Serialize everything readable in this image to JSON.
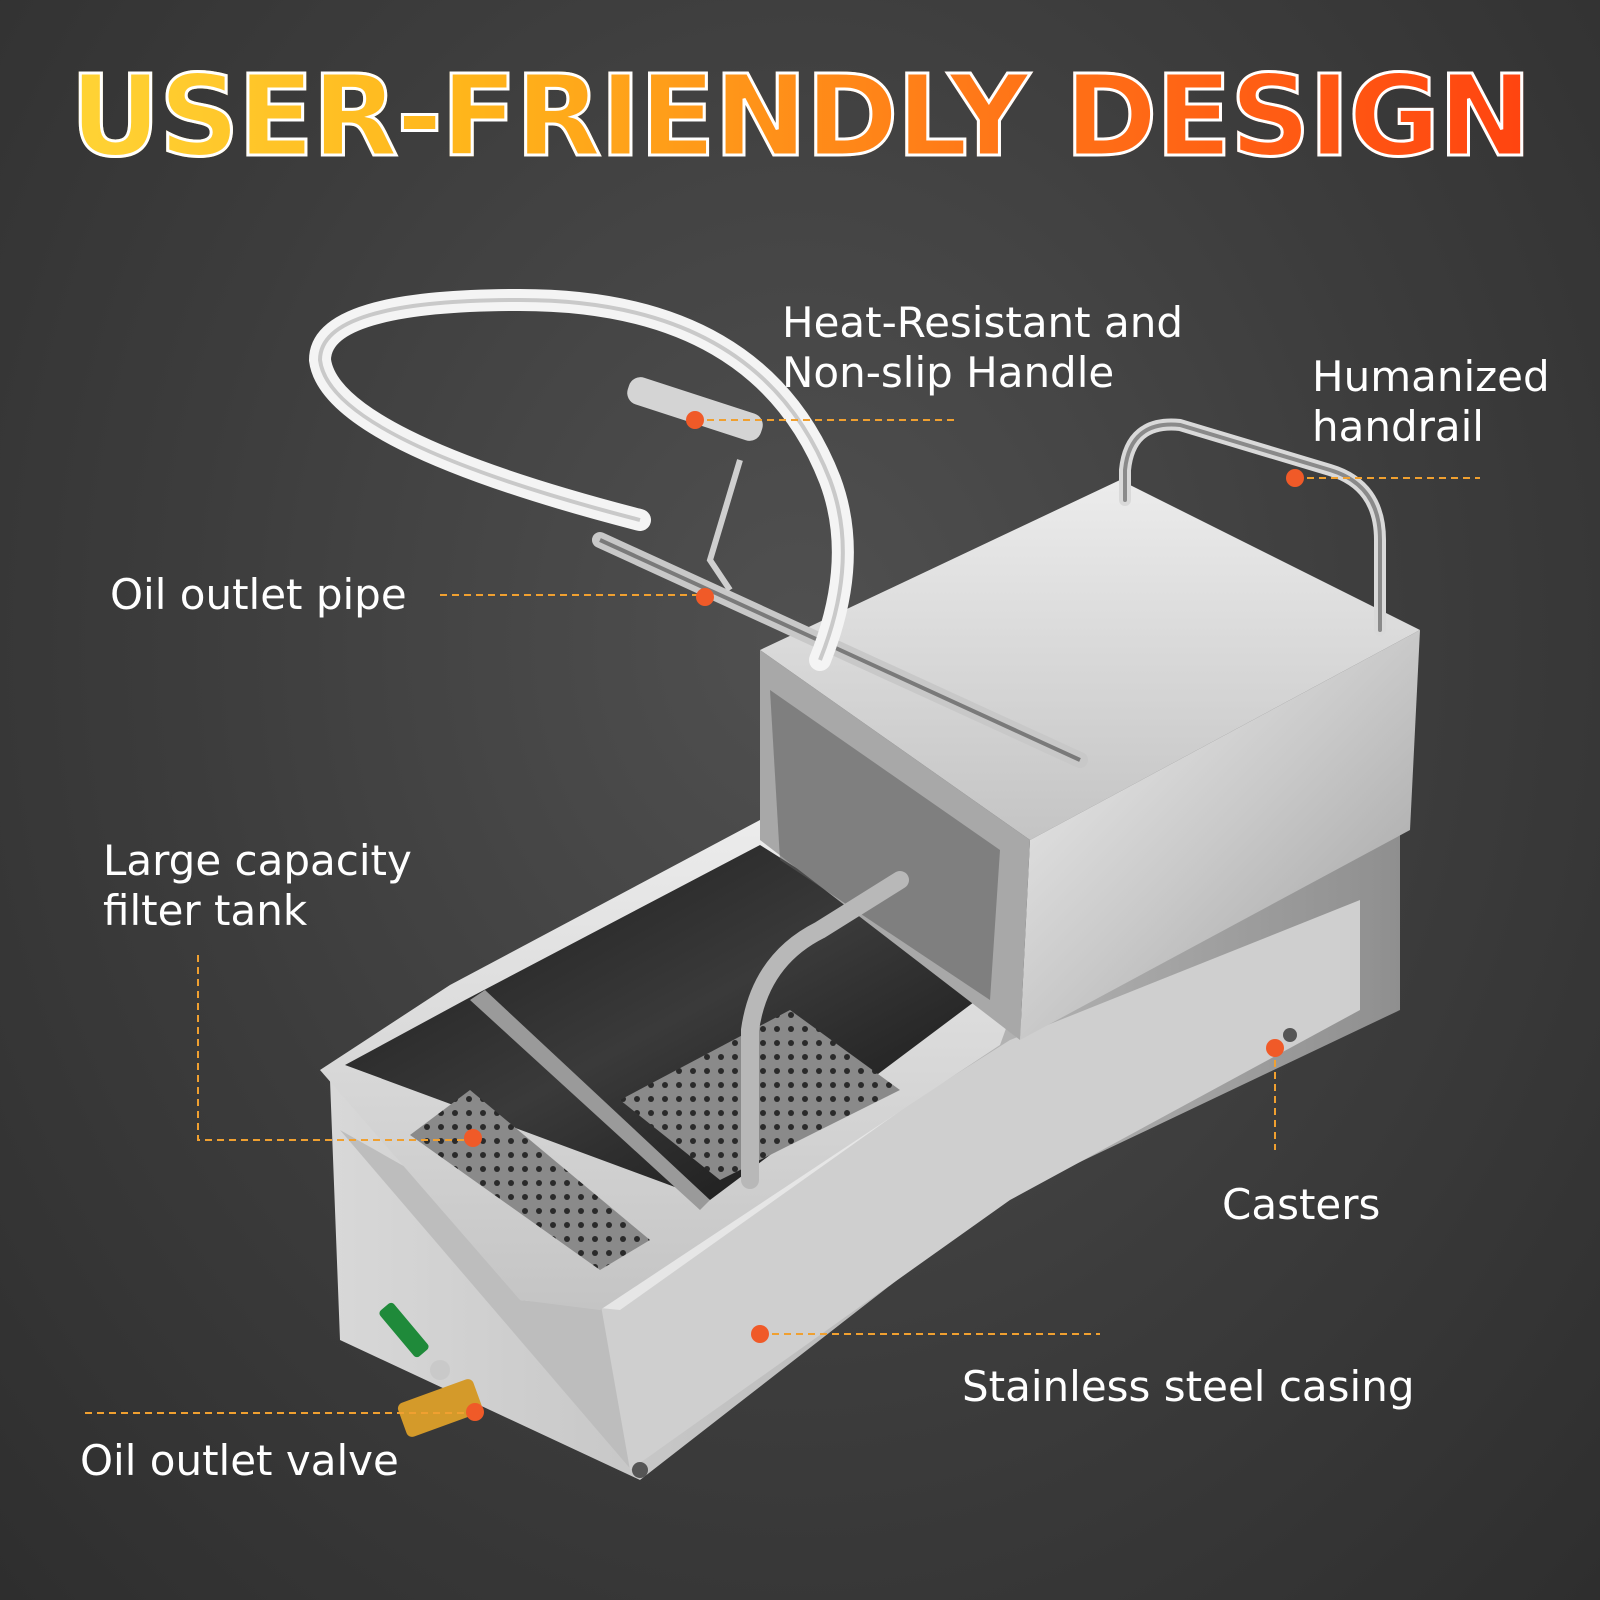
{
  "title": "USER-FRIENDLY DESIGN",
  "callouts": {
    "handle": {
      "line1": "Heat-Resistant and",
      "line2": "Non-slip Handle"
    },
    "handrail": {
      "line1": "Humanized",
      "line2": "handrail"
    },
    "outlet_pipe": {
      "text": "Oil outlet pipe"
    },
    "filter_tank": {
      "line1": "Large capacity",
      "line2": "filter tank"
    },
    "casters": {
      "text": "Casters"
    },
    "casing": {
      "text": "Stainless steel casing"
    },
    "outlet_valve": {
      "text": "Oil outlet valve"
    }
  },
  "colors": {
    "background": "#3c3c3c",
    "leader_line": "#f0a030",
    "dot": "#f05a28",
    "label_text": "#ffffff"
  }
}
